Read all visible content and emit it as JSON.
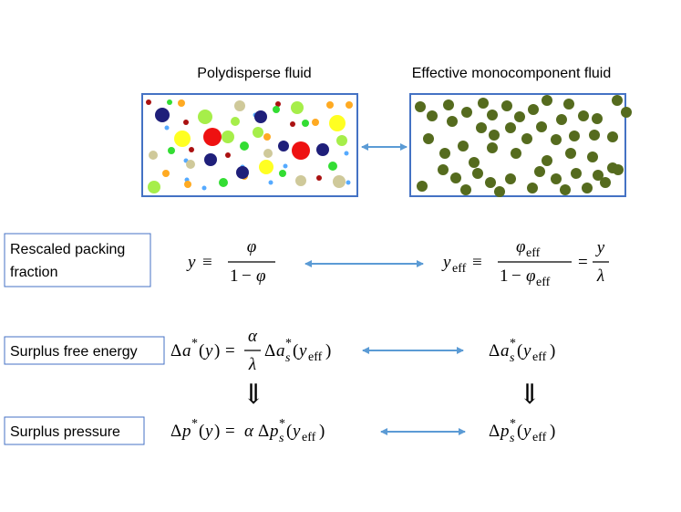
{
  "panels": {
    "left_title": "Polydisperse fluid",
    "right_title": "Effective monocomponent fluid"
  },
  "boxes": {
    "packing": [
      "Rescaled packing",
      "fraction"
    ],
    "free_energy": "Surplus free energy",
    "pressure": "Surplus pressure"
  },
  "colors": {
    "box_border": "#4472c4",
    "arrow": "#5b9bd5",
    "mono_particle": "#556b1e",
    "poly": {
      "navy": "#1f1f7a",
      "red": "#ee1111",
      "darkred": "#aa1111",
      "green": "#33dd33",
      "lime": "#a6ee4a",
      "yellow": "#ffff22",
      "orange": "#ffaa22",
      "tan": "#cfc99a",
      "blue": "#55aaff"
    }
  },
  "math_glyphs": {
    "equiv": "≡",
    "equals": "=",
    "minus": "−",
    "one": "1",
    "delta": "Δ",
    "phi": "φ",
    "alpha": "α",
    "lambda": "λ",
    "y": "y",
    "a": "a",
    "p": "p",
    "s": "s",
    "star": "*",
    "eff": "eff",
    "lparen": "(",
    "rparen": ")",
    "implies": "⇓"
  }
}
